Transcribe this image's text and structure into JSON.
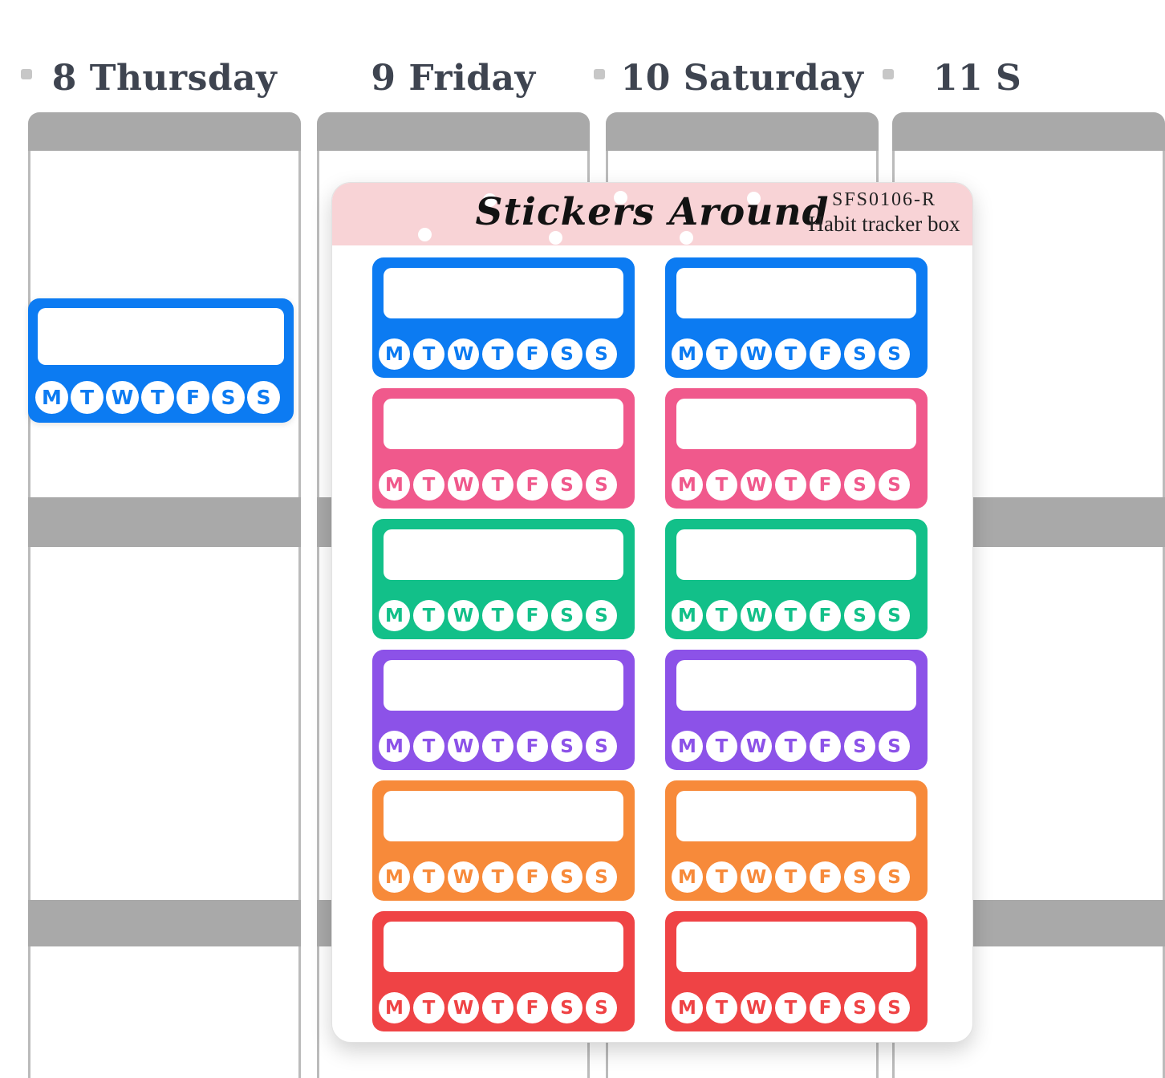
{
  "planner": {
    "day_headers": [
      "8 Thursday",
      "9 Friday",
      "10 Saturday",
      "11 S"
    ],
    "text_color": "#3e4450",
    "bar_color": "#a9a9a9"
  },
  "placed_sticker": {
    "color": "#0c7bf2",
    "days": [
      "M",
      "T",
      "W",
      "T",
      "F",
      "S",
      "S"
    ]
  },
  "sheet": {
    "brand": "Stickers Around",
    "sku": "SFS0106-R",
    "product_name": "Habit tracker box",
    "header_color": "#f8d3d6",
    "days": [
      "M",
      "T",
      "W",
      "T",
      "F",
      "S",
      "S"
    ],
    "stickers": [
      {
        "name": "blue",
        "color": "#0c7bf2"
      },
      {
        "name": "pink",
        "color": "#f0598c"
      },
      {
        "name": "green",
        "color": "#12c089"
      },
      {
        "name": "purple",
        "color": "#8c52e8"
      },
      {
        "name": "orange",
        "color": "#f78a3a"
      },
      {
        "name": "red",
        "color": "#ef4345"
      }
    ]
  }
}
